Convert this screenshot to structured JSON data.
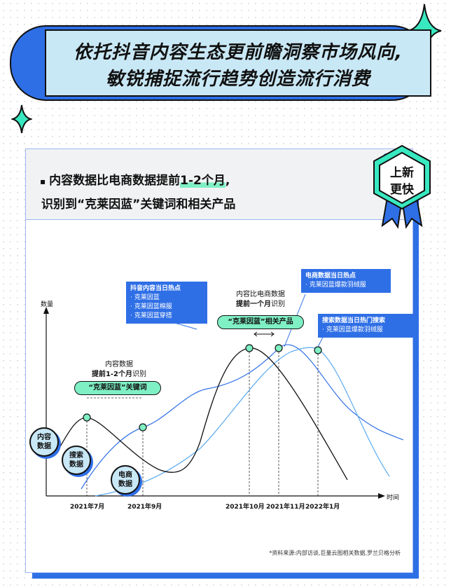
{
  "title": {
    "line1": "依托抖音内容生态更前瞻洞察市场风向,",
    "line2": "敏锐捕捉流行趋势创造流行消费"
  },
  "card": {
    "bullet": "▪",
    "line1_pre": "内容数据比电商数据提前",
    "line1_hl": "1-2个月",
    "line1_post": ",",
    "line2": "识别到“克莱因蓝”关键词和相关产品"
  },
  "badge": {
    "line1": "上新",
    "line2": "更快"
  },
  "chart": {
    "ylabel": "数量",
    "xlabel": "时间",
    "x_ticks": [
      "2021年7月",
      "2021年9月",
      "2021年10月",
      "2021年11月",
      "2022年1月"
    ],
    "series_labels": {
      "content": [
        "内容",
        "数据"
      ],
      "search": [
        "搜索",
        "数据"
      ],
      "ecommerce": [
        "电商",
        "数据"
      ]
    },
    "annot_left": {
      "line1": "内容数据",
      "line2_bold": "提前1-2个月",
      "line2_rest": "识别",
      "pill": "“克莱因蓝”关键词"
    },
    "annot_right": {
      "line1": "内容比电商数据",
      "line2_bold": "提前一个月",
      "line2_rest": "识别",
      "pill": "“克莱因蓝”相关产品"
    },
    "callout_douyin": {
      "title": "抖音内容当日热点",
      "items": [
        "· 克莱因蓝",
        "· 克莱因蓝棉服",
        "· 克莱因蓝穿搭"
      ]
    },
    "callout_ecom": {
      "title": "电商数据当日热点",
      "items": [
        "· 克莱因蓝爆款羽绒服"
      ]
    },
    "callout_search": {
      "title": "搜索数据当日热门搜索",
      "items": [
        "· 克莱因蓝爆款羽绒服"
      ]
    }
  },
  "source": "*资料来源:内部访谈,巨量云图相关数据,罗兰贝格分析",
  "colors": {
    "accent_blue": "#2f6fe6",
    "mint": "#7ff0c4",
    "light_blue": "#c9e8f6"
  },
  "chart_data": {
    "type": "line",
    "xlabel": "时间",
    "ylabel": "数量",
    "categories": [
      "2021年7月",
      "2021年9月",
      "2021年10月",
      "2021年11月",
      "2022年1月"
    ],
    "series": [
      {
        "name": "内容数据",
        "peaks": [
          "2021年7月",
          "2021年10月"
        ]
      },
      {
        "name": "搜索数据",
        "peaks": [
          "2021年9月",
          "2021年11月"
        ]
      },
      {
        "name": "电商数据",
        "peaks": [
          "2022年1月"
        ]
      }
    ]
  }
}
